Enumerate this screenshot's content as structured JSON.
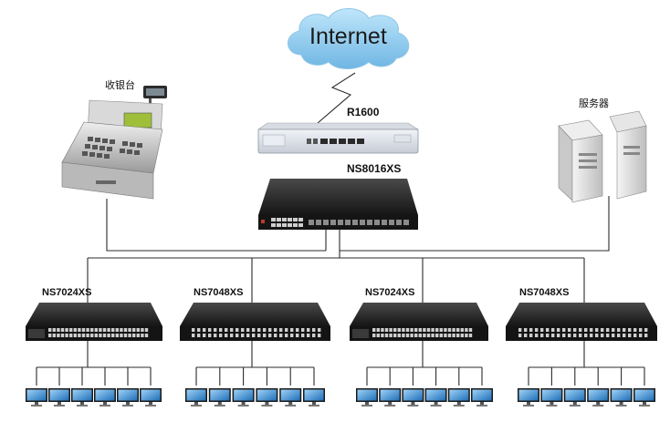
{
  "internet": {
    "label": "Internet"
  },
  "router": {
    "label": "R1600"
  },
  "core_switch": {
    "label": "NS8016XS"
  },
  "cash_register": {
    "label": "收银台"
  },
  "server": {
    "label": "服务器"
  },
  "access_switches": [
    {
      "label": "NS7024XS"
    },
    {
      "label": "NS7048XS"
    },
    {
      "label": "NS7024XS"
    },
    {
      "label": "NS7048XS"
    }
  ],
  "colors": {
    "cloud": "#7fc3e8",
    "device_dark": "#1c1c1c",
    "router_body": "#dfe3ea",
    "port": "#cfcfcf",
    "line": "#2b2b2b",
    "screen": "#4aa3e8"
  }
}
